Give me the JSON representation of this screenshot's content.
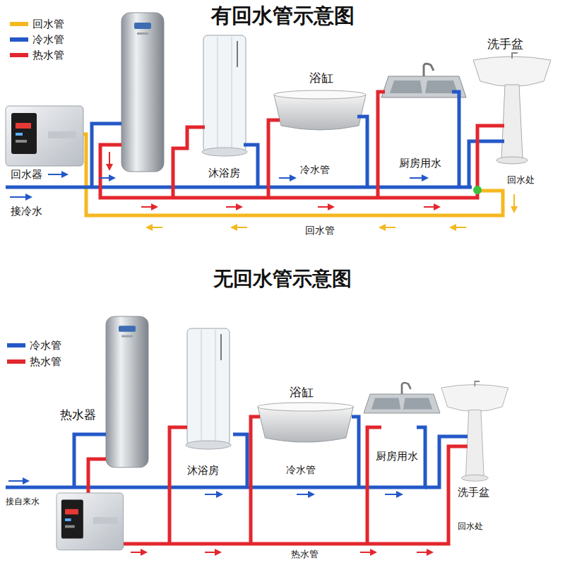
{
  "diagram": {
    "title": "有回水管示意图",
    "labels": [
      "回水器",
      "接冷水",
      "沐浴房",
      "浴缸",
      "冷水管",
      "厨房用水",
      "洗手盆",
      "回水处",
      "回水管",
      "无回水管示意图",
      "热水器",
      "接自来水",
      "沐浴房",
      "浴缸",
      "冷水管",
      "厨房用水",
      "洗手盆",
      "回水处",
      "热水管"
    ],
    "legend": [
      {
        "text": "回水管",
        "color": "#f5b820"
      },
      {
        "text": "冷水管",
        "color": "#2458c8"
      },
      {
        "text": "热水管",
        "color": "#e3262d"
      },
      {
        "text": "冷水管",
        "color": "#2458c8"
      },
      {
        "text": "热水管",
        "color": "#e3262d"
      }
    ]
  }
}
